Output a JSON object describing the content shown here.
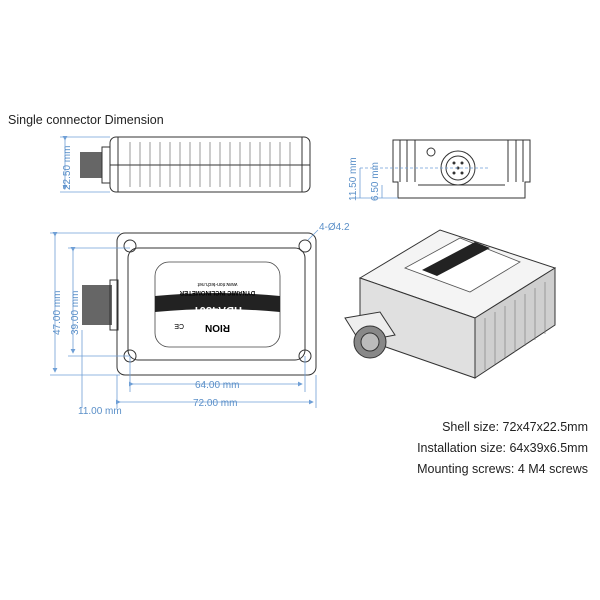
{
  "title": "Single connector Dimension",
  "dimensions": {
    "side_height": "22.50 mm",
    "end_height_total": "11.50 mm",
    "end_height_connector": "6.50 mm",
    "top_height": "47.00 mm",
    "top_hole_spacing_v": "39.00 mm",
    "top_hole_spacing_h": "64.00 mm",
    "top_width": "72.00 mm",
    "connector_length": "11.00 mm",
    "holes": "4-Ø4.2"
  },
  "label": {
    "model": "HDA436T",
    "product": "DYNAMIC INCLINOMETER",
    "brand": "RION",
    "website": "www.rion-tech.net",
    "ce": "CE"
  },
  "specs": [
    "Shell size: 72x47x22.5mm",
    "Installation size: 64x39x6.5mm",
    "Mounting screws: 4 M4 screws"
  ],
  "colors": {
    "dimension": "#6f9fd6",
    "outline": "#333333"
  }
}
